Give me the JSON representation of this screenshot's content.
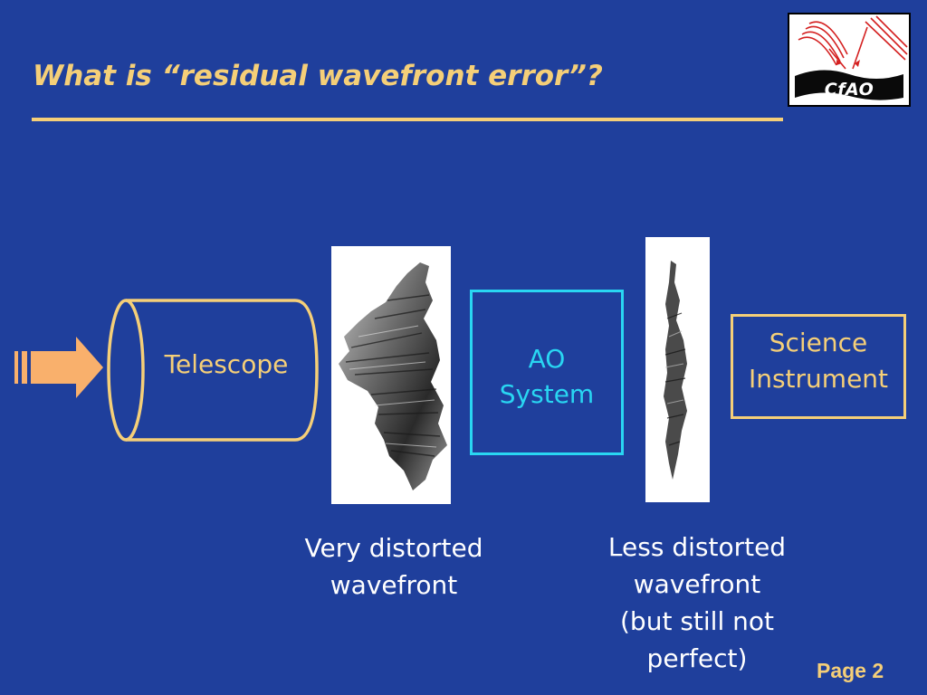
{
  "slide": {
    "title": "What is “residual wavefront error”?",
    "page": "Page 2"
  },
  "logo": {
    "text": "CfAO"
  },
  "diagram": {
    "telescope": {
      "label": "Telescope"
    },
    "ao_system": {
      "label": "AO\nSystem"
    },
    "science_instrument": {
      "label": "Science\nInstrument"
    },
    "distorted_wavefront": {
      "caption": "Very distorted\nwavefront"
    },
    "corrected_wavefront": {
      "caption": "Less distorted\nwavefront\n(but still not\nperfect)"
    }
  },
  "colors": {
    "background": "#1f3f9c",
    "accent_gold": "#f5cf78",
    "accent_cyan": "#29d6f2",
    "arrow": "#f9b06c",
    "text": "#ffffff"
  },
  "icons": {
    "incoming_light": "arrow-right-icon",
    "logo": "cfao-logo-icon"
  }
}
